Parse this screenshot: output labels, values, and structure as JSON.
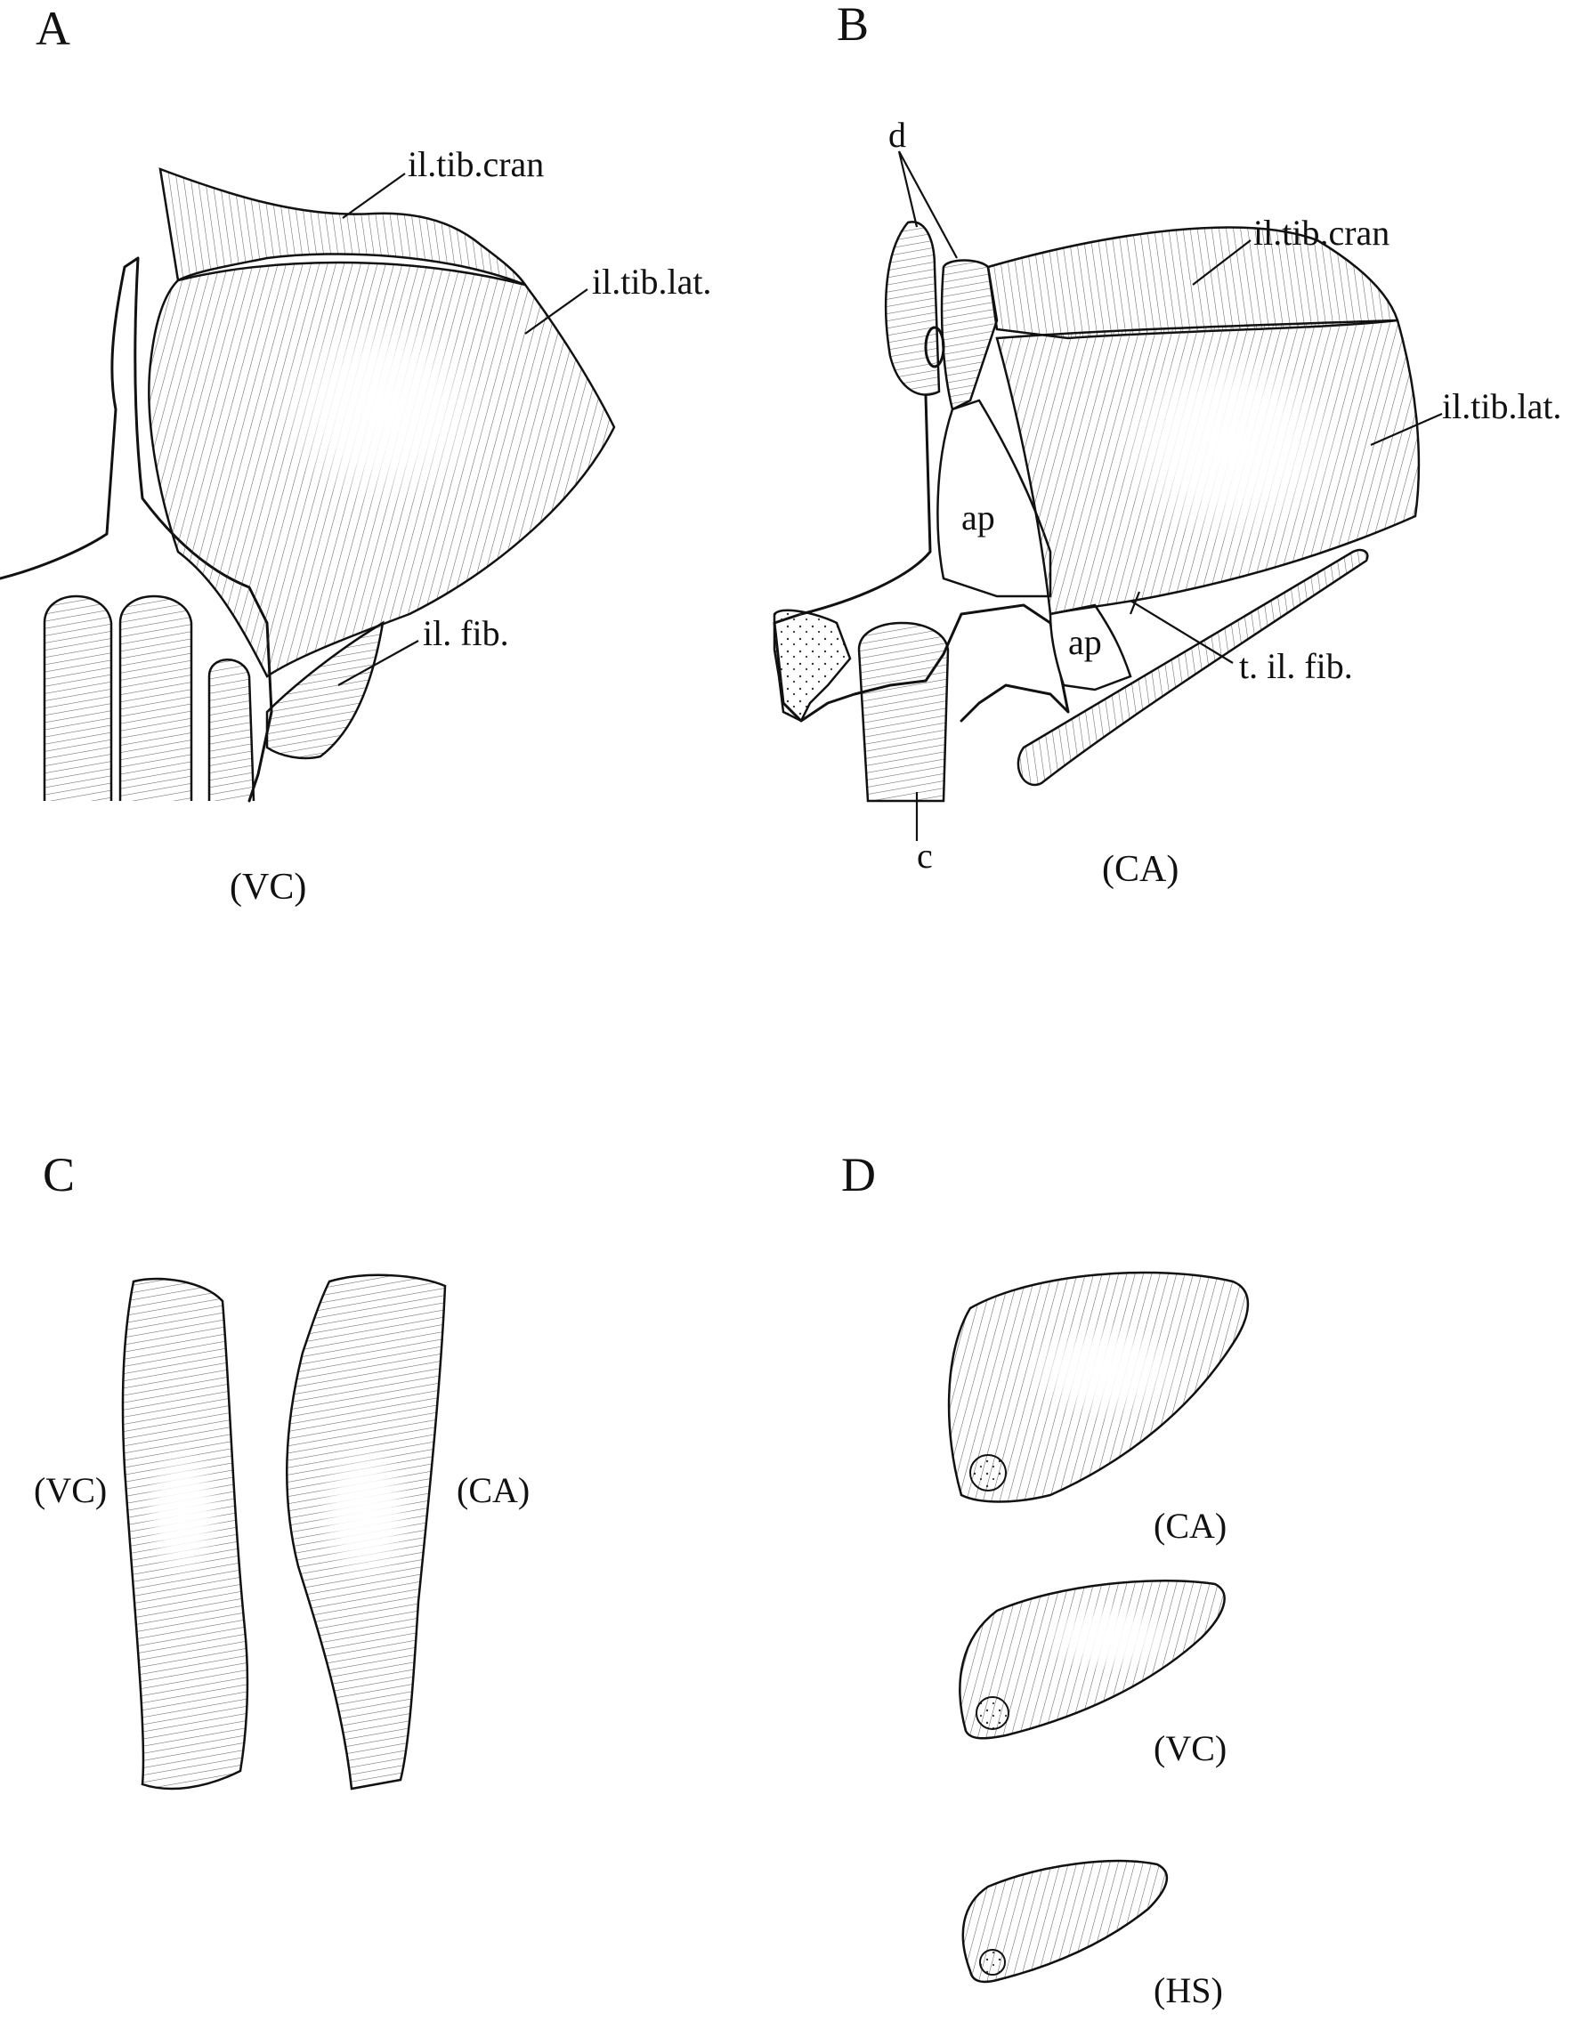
{
  "panels": {
    "A": {
      "letter": "A",
      "labels": {
        "il_tib_cran": "il.tib.cran",
        "il_tib_lat": "il.tib.lat.",
        "il_fib": "il. fib."
      },
      "view": "(VC)"
    },
    "B": {
      "letter": "B",
      "labels": {
        "d": "d",
        "il_tib_cran": "il.tib.cran",
        "il_tib_lat": "il.tib.lat.",
        "ap_upper": "ap",
        "ap_lower": "ap",
        "t_il_fib": "t. il. fib.",
        "c": "c"
      },
      "view": "(CA)"
    },
    "C": {
      "letter": "C",
      "views": {
        "left": "(VC)",
        "right": "(CA)"
      }
    },
    "D": {
      "letter": "D",
      "views": {
        "top": "(CA)",
        "middle": "(VC)",
        "bottom": "(HS)"
      }
    }
  }
}
